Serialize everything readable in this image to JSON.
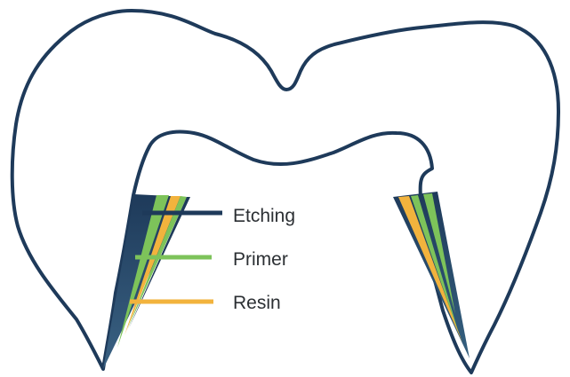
{
  "legend": {
    "items": [
      {
        "label": "Etching",
        "color": "#1e3a5a"
      },
      {
        "label": "Primer",
        "color": "#7dc35a"
      },
      {
        "label": "Resin",
        "color": "#f2b33d"
      }
    ]
  },
  "colors": {
    "outline": "#1e3a5a",
    "background": "#ffffff"
  }
}
